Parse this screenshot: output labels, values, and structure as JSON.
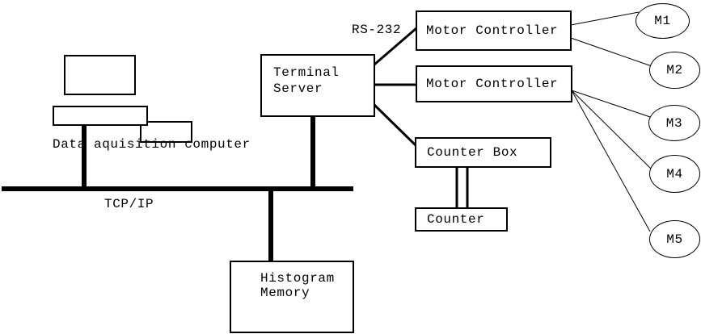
{
  "diagram": {
    "background_color": "#ffffff",
    "line_color": "#000000",
    "nodes": {
      "data_acquisition_computer": {
        "label": "Data aquisition computer"
      },
      "terminal_server": {
        "label": "Terminal\nServer"
      },
      "motor_controller_1": {
        "label": "Motor Controller"
      },
      "motor_controller_2": {
        "label": "Motor Controller"
      },
      "counter_box": {
        "label": "Counter Box"
      },
      "counter": {
        "label": "Counter"
      },
      "histogram_memory": {
        "label": "Histogram\nMemory"
      },
      "motors": [
        {
          "label": "M1"
        },
        {
          "label": "M2"
        },
        {
          "label": "M3"
        },
        {
          "label": "M4"
        },
        {
          "label": "M5"
        }
      ]
    },
    "labels": {
      "serial_link": "RS-232",
      "network": "TCP/IP"
    }
  }
}
